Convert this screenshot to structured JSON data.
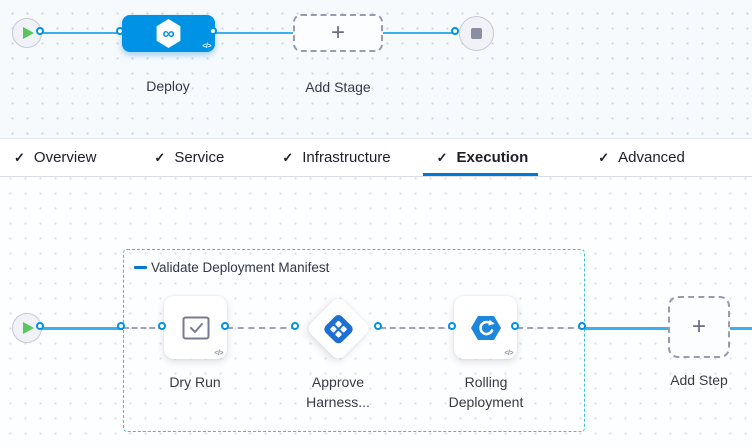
{
  "stage_pipeline": {
    "deploy": {
      "label": "Deploy"
    },
    "add_stage": {
      "label": "Add Stage"
    }
  },
  "tabs": [
    {
      "label": "Overview",
      "active": false
    },
    {
      "label": "Service",
      "active": false
    },
    {
      "label": "Infrastructure",
      "active": false
    },
    {
      "label": "Execution",
      "active": true
    },
    {
      "label": "Advanced",
      "active": false
    }
  ],
  "execution": {
    "group": {
      "label": "Validate Deployment Manifest"
    },
    "steps": [
      {
        "label": "Dry Run",
        "icon": "dry-run-checkbox"
      },
      {
        "label": "Approve Harness...",
        "icon": "harness-approval-diamond"
      },
      {
        "label": "Rolling Deployment",
        "icon": "rolling-deployment-hexagon"
      }
    ],
    "add_step": {
      "label": "Add Step"
    }
  },
  "icons": {
    "plus": "+",
    "check": "✓",
    "infinity": "∞",
    "code_toggle": "</>"
  },
  "colors": {
    "primary_blue": "#0092e4",
    "active_tab_underline": "#0278d5",
    "connector_line": "#3ab0ec",
    "group_border_teal": "#3ac2d0",
    "play_green": "#57c65d",
    "stop_gray": "#8b8da3",
    "label_text": "#383946"
  }
}
